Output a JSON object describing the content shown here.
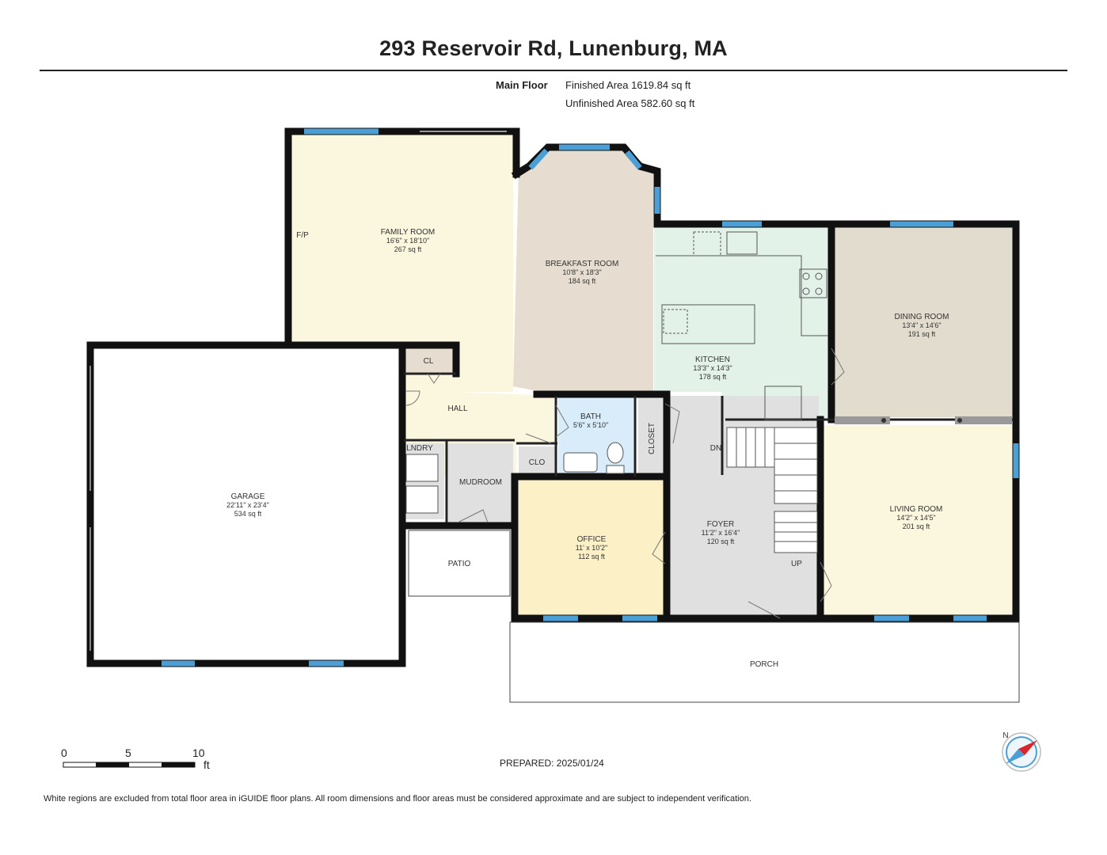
{
  "title": "293 Reservoir Rd, Lunenburg, MA",
  "floor": {
    "label": "Main Floor",
    "finished_area": "Finished Area 1619.84 sq ft",
    "unfinished_area": "Unfinished Area 582.60 sq ft"
  },
  "rooms": {
    "family": {
      "name": "FAMILY ROOM",
      "dims": "16'6\" x 18'10\"",
      "area": "267 sq ft"
    },
    "breakfast": {
      "name": "BREAKFAST ROOM",
      "dims": "10'8\" x 18'3\"",
      "area": "184 sq ft"
    },
    "kitchen": {
      "name": "KITCHEN",
      "dims": "13'3\" x 14'3\"",
      "area": "178 sq ft"
    },
    "dining": {
      "name": "DINING ROOM",
      "dims": "13'4\" x 14'6\"",
      "area": "191 sq ft"
    },
    "garage": {
      "name": "GARAGE",
      "dims": "22'11\" x 23'4\"",
      "area": "534 sq ft"
    },
    "bath": {
      "name": "BATH",
      "dims": "5'6\" x 5'10\""
    },
    "office": {
      "name": "OFFICE",
      "dims": "11' x 10'2\"",
      "area": "112 sq ft"
    },
    "foyer": {
      "name": "FOYER",
      "dims": "11'2\" x 16'4\"",
      "area": "120 sq ft"
    },
    "living": {
      "name": "LIVING ROOM",
      "dims": "14'2\" x 14'5\"",
      "area": "201 sq ft"
    }
  },
  "labels": {
    "fp": "F/P",
    "cl": "CL",
    "hall": "HALL",
    "lndry": "LNDRY",
    "mudroom": "MUDROOM",
    "clo": "CLO",
    "closet": "CLOSET",
    "dn": "DN",
    "up": "UP",
    "patio": "PATIO",
    "porch": "PORCH",
    "north": "N"
  },
  "scale": {
    "n0": "0",
    "n5": "5",
    "n10": "10",
    "unit": "ft"
  },
  "prepared": "PREPARED: 2025/01/24",
  "disclaimer": "White regions are excluded from total floor area in iGUIDE floor plans. All room dimensions and floor areas must be considered approximate and are subject to independent verification.",
  "colors": {
    "wall": "#111111",
    "window": "#4a9fd6",
    "family": "#fbf7df",
    "breakfast": "#e6ddd0",
    "kitchen": "#e3f2e9",
    "dining": "#e2dccf",
    "living": "#fbf7df",
    "office": "#fbf0c6",
    "grey": "#e0e0e0",
    "bath": "#d8ecfa"
  }
}
